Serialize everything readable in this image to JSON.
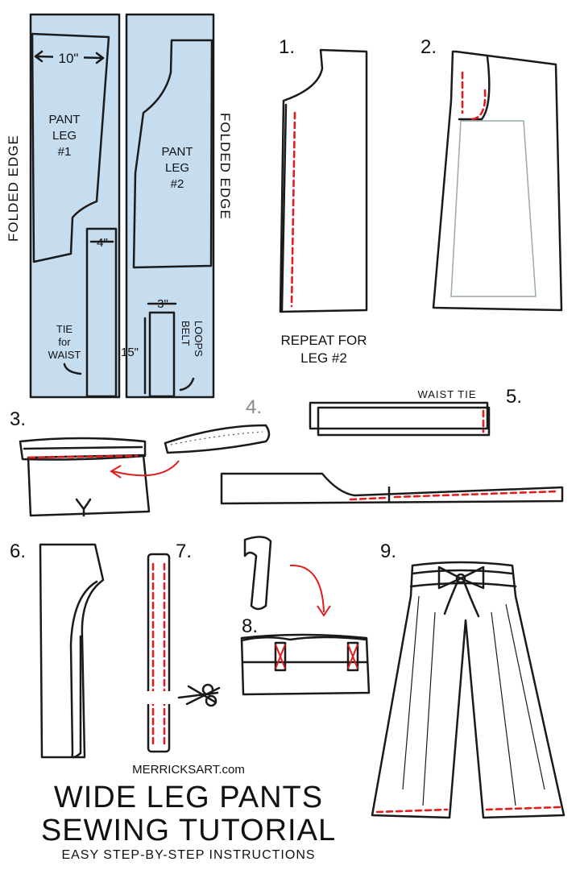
{
  "colors": {
    "fabric": "#c6dcef",
    "fabric_light": "#dde9f4",
    "stitch": "#e11d1d",
    "ink": "#1a1a1a"
  },
  "pattern": {
    "folded_edge_left": "FOLDED EDGE",
    "folded_edge_right": "FOLDED EDGE",
    "measure_10": "10\"",
    "leg1": [
      "PANT",
      "LEG",
      "#1"
    ],
    "leg2": [
      "PANT",
      "LEG",
      "#2"
    ],
    "measure_4": "4\"",
    "measure_3": "3\"",
    "measure_15": "15\"",
    "tie": [
      "TIE",
      "for",
      "WAIST"
    ],
    "belt_loops": [
      "BELT",
      "LOOPS"
    ]
  },
  "steps": {
    "s1": "1.",
    "s2": "2.",
    "s3": "3.",
    "s4": "4.",
    "s5": "5.",
    "s6": "6.",
    "s7": "7.",
    "s8": "8.",
    "s9": "9."
  },
  "repeat_note": [
    "REPEAT FOR",
    "LEG #2"
  ],
  "waist_tie_label": "WAIST TIE",
  "footer": {
    "site": "MERRICKSART.com",
    "title_line1": "WIDE LEG PANTS",
    "title_line2": "SEWING TUTORIAL",
    "subtitle": "EASY STEP-BY-STEP INSTRUCTIONS"
  }
}
